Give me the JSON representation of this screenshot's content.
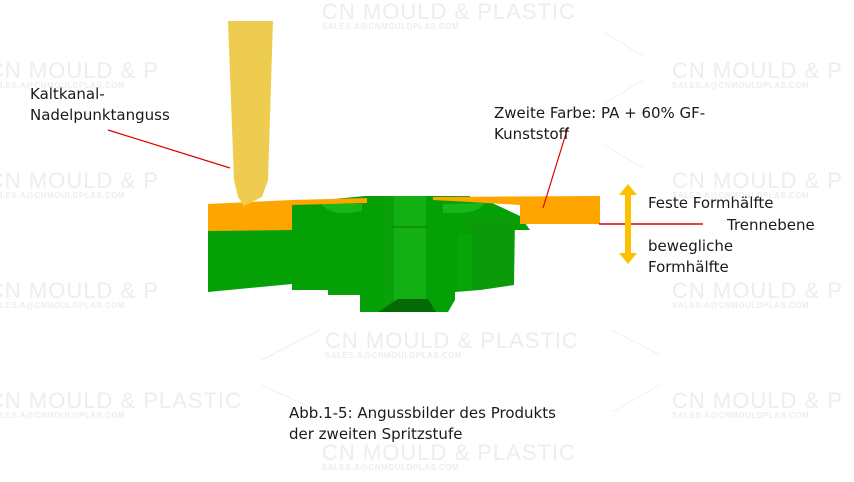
{
  "diagram": {
    "labels": {
      "gate": [
        "Kaltkanal-",
        "Nadelpunktanguss"
      ],
      "second_color": [
        "Zweite Farbe: PA + 60% GF-",
        "Kunststoff"
      ],
      "fixed_half": "Feste Formhälfte",
      "parting_line": "Trennebene",
      "moving_half": [
        "bewegliche",
        "Formhälfte"
      ]
    },
    "caption": [
      "Abb.1-5: Angussbilder des Produkts",
      "der zweiten Spritzstufe"
    ],
    "watermark": {
      "main": "CN MOULD & PLASTIC",
      "main_cut": "CN MOULD & P",
      "email": "SALES.A@CNMOULDPLAS.COM"
    },
    "colors": {
      "nozzle": "#EECC50",
      "second_shot": "#FFA500",
      "first_shot": "#00A000",
      "leader_line": "#E00000",
      "arrow": "#FFC000"
    }
  }
}
